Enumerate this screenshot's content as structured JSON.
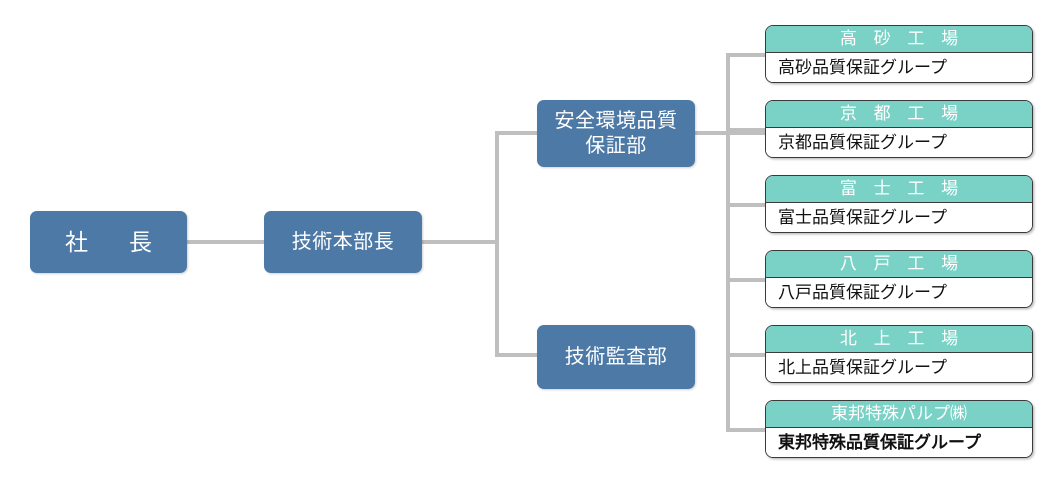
{
  "colors": {
    "box_blue": "#4d79a6",
    "header_teal": "#7ad2c6",
    "connector_gray": "#bfbfbf",
    "card_border": "#3a3a3a",
    "text_on_blue": "#ffffff",
    "text_on_teal": "#ffffff",
    "body_text": "#111111",
    "background": "#ffffff"
  },
  "chart_title": "",
  "nodes": {
    "president": {
      "label": "社　長"
    },
    "tech_hq": {
      "label": "技術本部長"
    },
    "safety_dept": {
      "label": "安全環境品質\n保証部"
    },
    "audit_dept": {
      "label": "技術監査部"
    }
  },
  "plants": [
    {
      "header": "高 砂 工 場",
      "group": "高砂品質保証グループ"
    },
    {
      "header": "京 都 工 場",
      "group": "京都品質保証グループ"
    },
    {
      "header": "富 士 工 場",
      "group": "富士品質保証グループ"
    },
    {
      "header": "八 戸 工 場",
      "group": "八戸品質保証グループ"
    },
    {
      "header": "北 上 工 場",
      "group": "北上品質保証グループ"
    },
    {
      "header": "東邦特殊パルプ㈱",
      "group": "東邦特殊品質保証グループ"
    }
  ]
}
